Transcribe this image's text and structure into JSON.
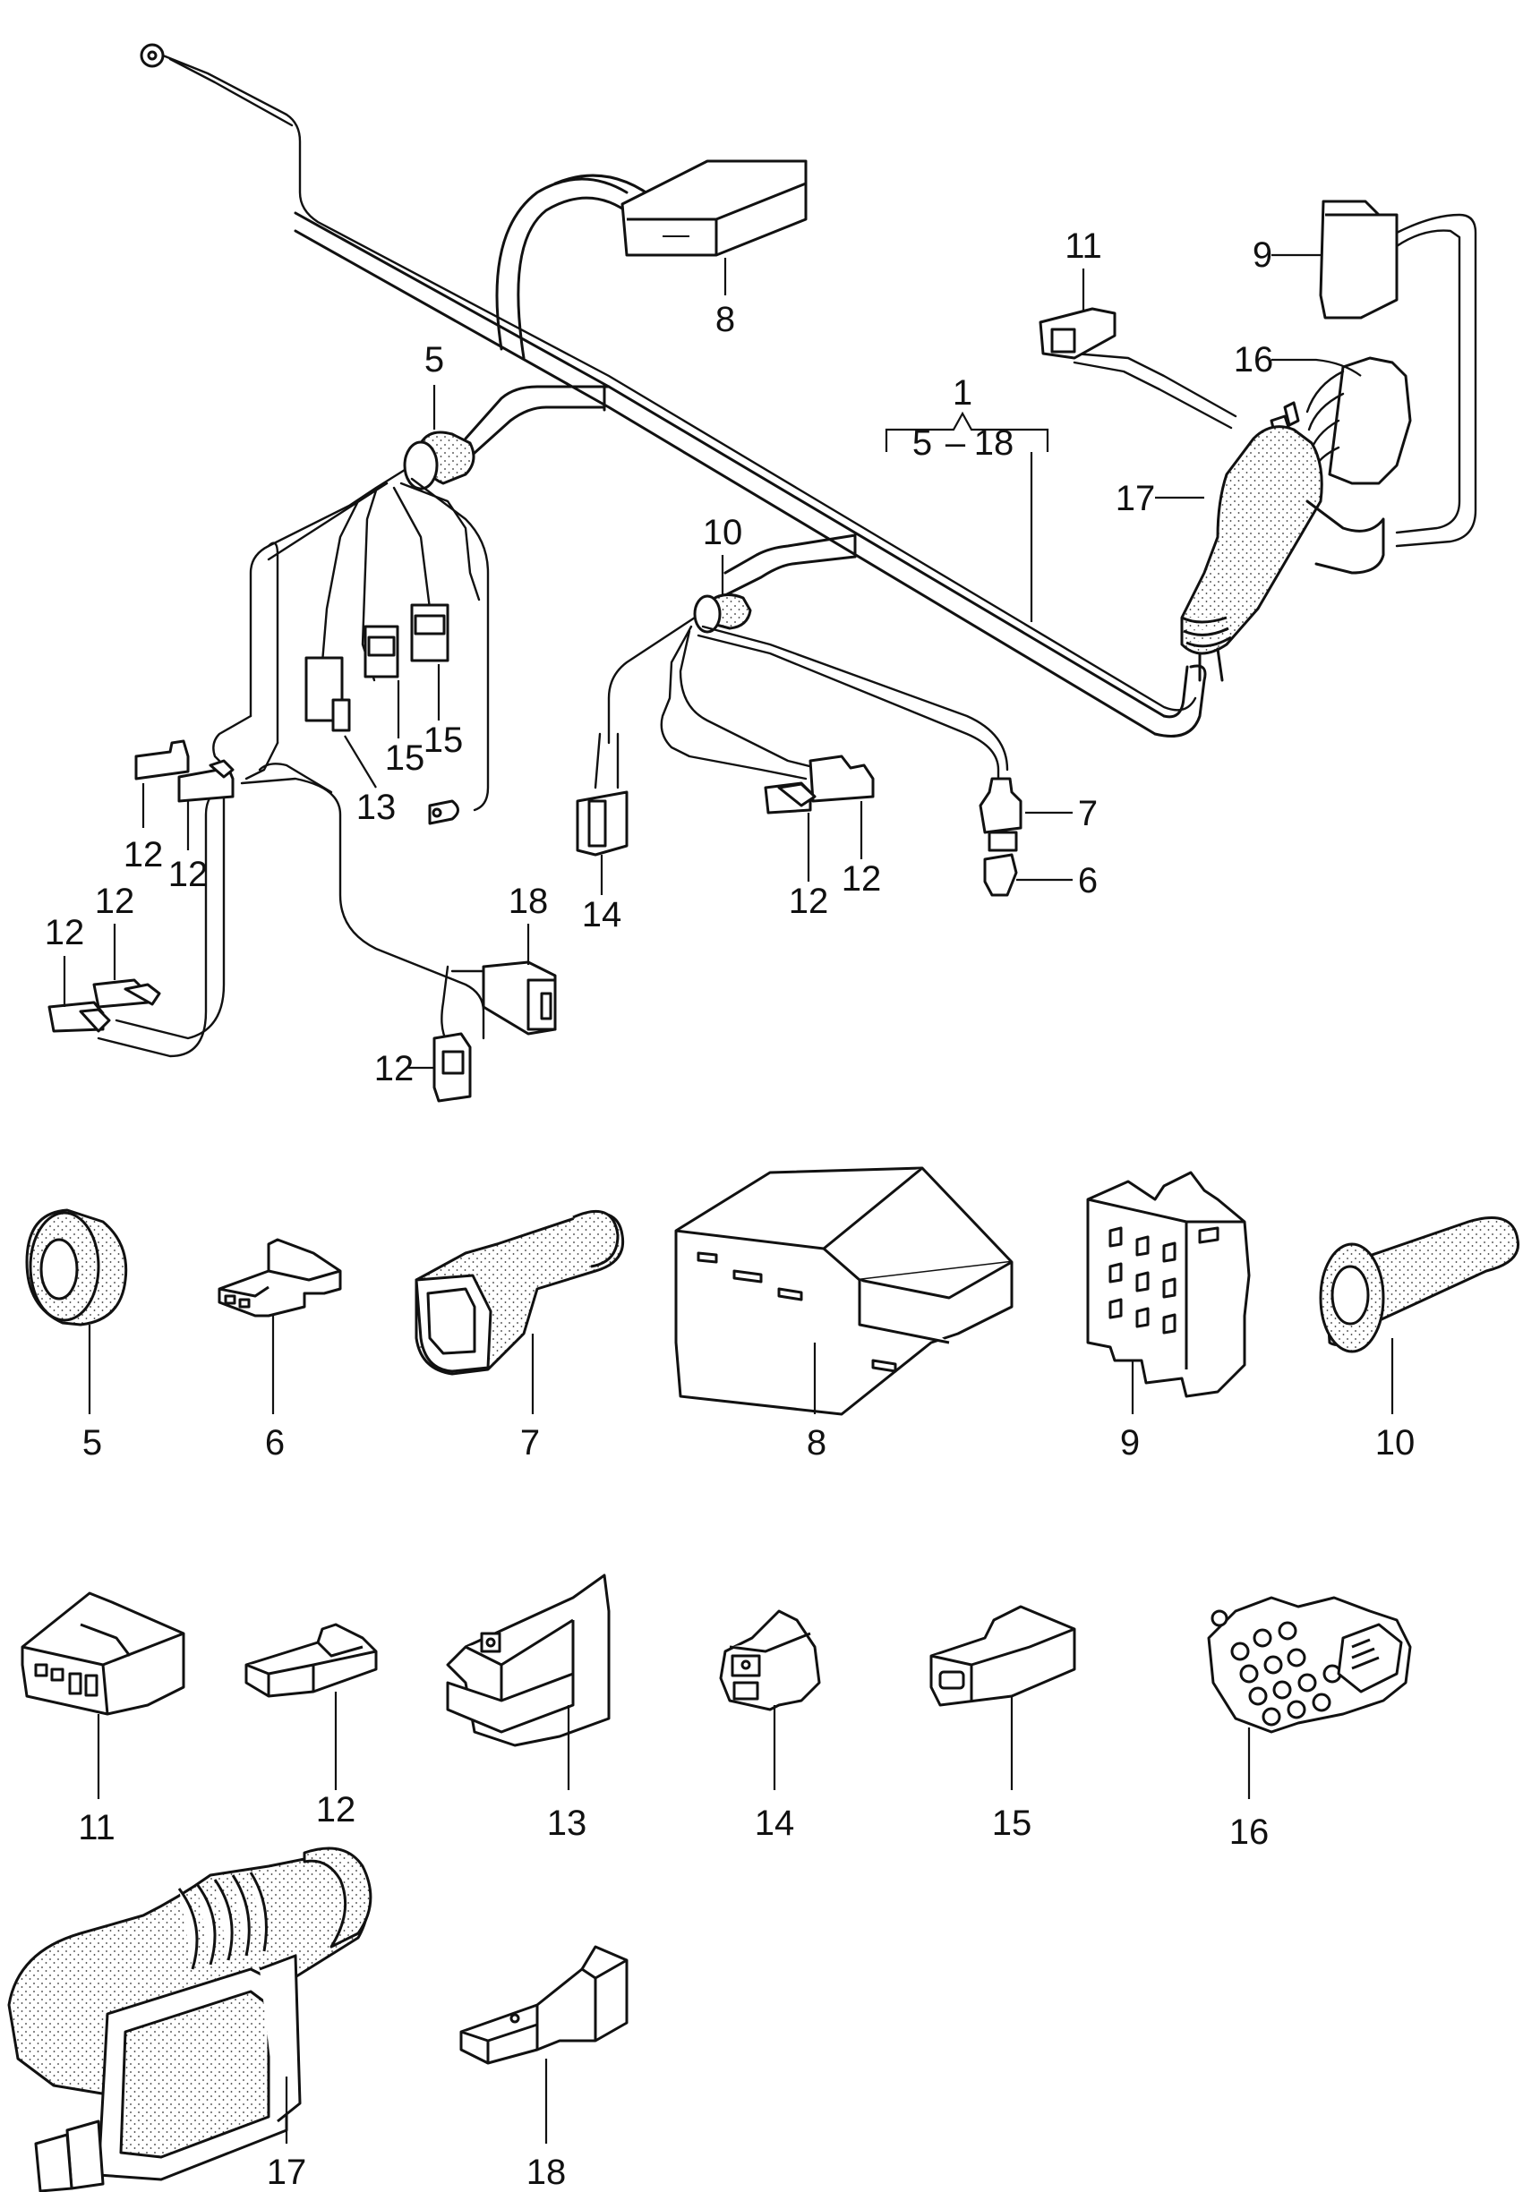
{
  "diagram": {
    "group_label": "1",
    "group_range": {
      "from": "5",
      "dash": "–",
      "to": "18"
    },
    "callouts": {
      "c5": "5",
      "c8": "8",
      "c9": "9",
      "c10": "10",
      "c11": "11",
      "c16": "16",
      "c17": "17",
      "c12a": "12",
      "c12b": "12",
      "c12c": "12",
      "c12d": "12",
      "c12e": "12",
      "c12f": "12",
      "c12g": "12",
      "c13": "13",
      "c15a": "15",
      "c15b": "15",
      "c18": "18",
      "c14": "14",
      "c7": "7",
      "c6": "6"
    },
    "parts": {
      "p5": "5",
      "p6": "6",
      "p7": "7",
      "p8": "8",
      "p9": "9",
      "p10": "10",
      "p11": "11",
      "p12": "12",
      "p13": "13",
      "p14": "14",
      "p15": "15",
      "p16": "16",
      "p17": "17",
      "p18": "18"
    }
  }
}
